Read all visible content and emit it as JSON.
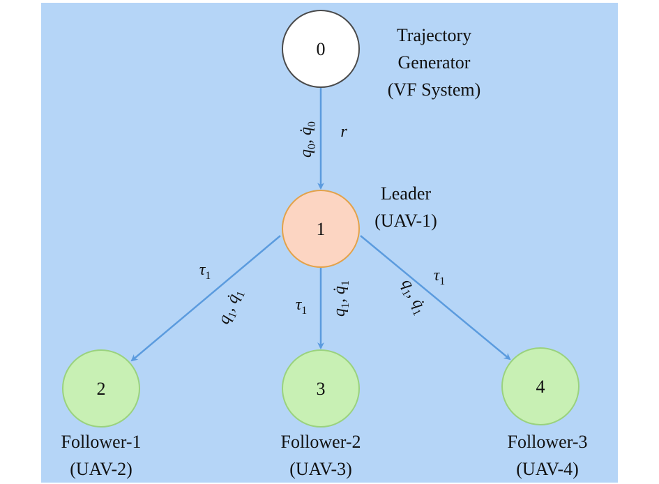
{
  "nodes": [
    {
      "id": "0",
      "label": "0",
      "fill": "#ffffff",
      "stroke": "#4a4a4a"
    },
    {
      "id": "1",
      "label": "1",
      "fill": "#fcd5c2",
      "stroke": "#e3a24a"
    },
    {
      "id": "2",
      "label": "2",
      "fill": "#c8f0b4",
      "stroke": "#9ad27e"
    },
    {
      "id": "3",
      "label": "3",
      "fill": "#c8f0b4",
      "stroke": "#9ad27e"
    },
    {
      "id": "4",
      "label": "4",
      "fill": "#c8f0b4",
      "stroke": "#9ad27e"
    }
  ],
  "node_captions": {
    "generator": [
      "Trajectory",
      "Generator",
      "(VF System)"
    ],
    "leader": [
      "Leader",
      "(UAV-1)"
    ],
    "follower_1": [
      "Follower-1",
      "(UAV-2)"
    ],
    "follower_2": [
      "Follower-2",
      "(UAV-3)"
    ],
    "follower_3": [
      "Follower-3",
      "(UAV-4)"
    ]
  },
  "edges": [
    {
      "from": "0",
      "to": "1",
      "state_label": "q0, q̇0",
      "input_label": "r"
    },
    {
      "from": "1",
      "to": "2",
      "state_label": "q1, q̇1",
      "input_label": "τ1"
    },
    {
      "from": "1",
      "to": "3",
      "state_label": "q1, q̇1",
      "input_label": "τ1"
    },
    {
      "from": "1",
      "to": "4",
      "state_label": "q1, q̇1",
      "input_label": "τ1"
    }
  ],
  "colors": {
    "background": "#b5d5f7",
    "edge": "#5b9bde"
  }
}
